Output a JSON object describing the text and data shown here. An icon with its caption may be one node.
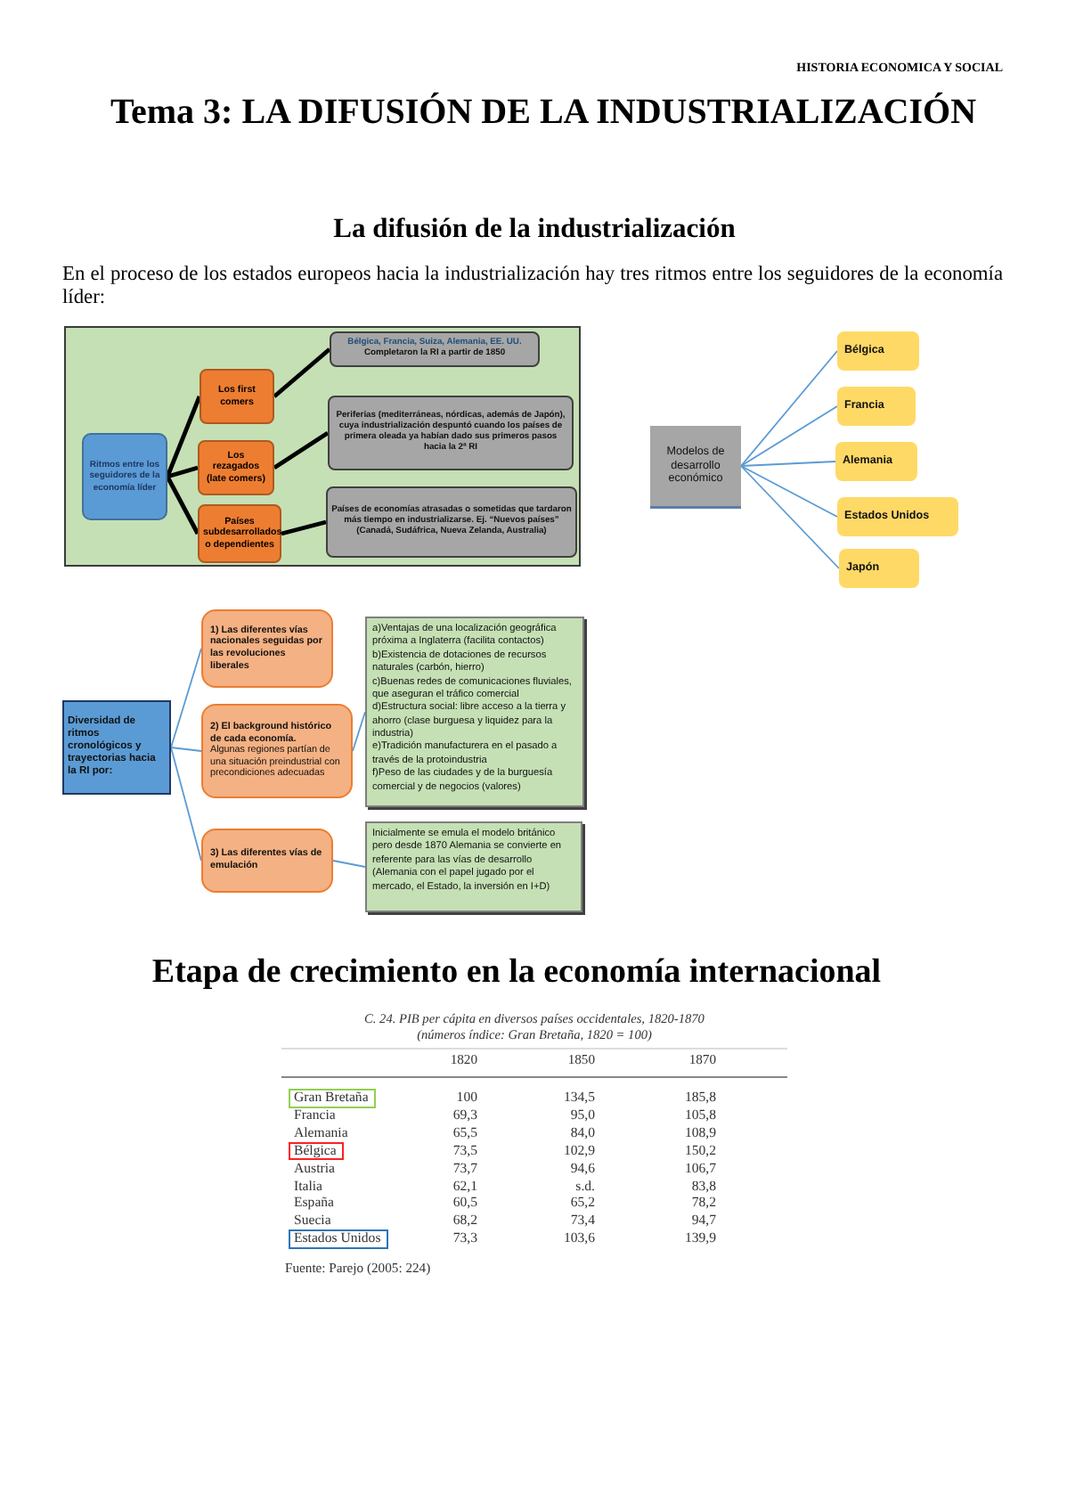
{
  "diagram": {
    "title": "Tema 3: LA DIFUSIÓN DE LA INDUSTRIALIZACIÓN",
    "nodes": [
      {
        "text": [
          "Ritmos entre los seguidores de la economía líder"
        ]
      },
      {
        "text": [
          "Los first comers"
        ]
      },
      {
        "text": [
          "Bélgica, Francia, Suiza, Alemania, EE. UU.",
          "Completaron la RI a partir de 1850"
        ]
      },
      {
        "text": [
          "Los rezagados (late comers)"
        ]
      },
      {
        "text": [
          "Periferias (mediterráneas, nórdicas, además de Japón), cuya industrialización despuntó cuando los países de primera oleada ya habían dado sus primeros pasos hacia la 2ª RI"
        ]
      },
      {
        "text": [
          "Países subdesarrollados o dependientes"
        ]
      },
      {
        "text": [
          "Países de economías atrasadas o sometidas que tardaron más tiempo en industrializarse. Ej. “Nuevos países” (Canadá, Sudáfrica, Nueva Zelanda, Australia)"
        ]
      },
      {
        "text": [
          "Modelos de desarrollo económico"
        ]
      },
      {
        "text": [
          "Bélgica"
        ]
      },
      {
        "text": [
          "Francia"
        ]
      },
      {
        "text": [
          "Alemania"
        ]
      },
      {
        "text": [
          "Estados Unidos"
        ]
      },
      {
        "text": [
          "Japón"
        ]
      },
      {
        "text": [
          "Diversidad de ritmos cronológicos y trayectorias hacia la RI por:"
        ]
      },
      {
        "text": [
          "1) Las diferentes vías nacionales seguidas por las revoluciones liberales"
        ]
      },
      {
        "text": [
          "2) El background histórico de cada economía.",
          "Algunas regiones partían de una situación preindustrial con precondiciones adecuadas"
        ]
      },
      {
        "text": [
          "a)Ventajas de una localización geográfica próxima a Inglaterra (facilita contactos)",
          "b)Existencia de dotaciones de recursos naturales (carbón, hierro)",
          "c)Buenas redes de comunicaciones fluviales, que aseguran el tráfico comercial",
          "d)Estructura social: libre acceso a la tierra y ahorro (clase burguesa y liquidez para la industria)",
          "e)Tradición manufacturera en el pasado a través de la protoindustria",
          "f)Peso de las ciudades y de la burguesía comercial y de negocios (valores)"
        ]
      },
      {
        "text": [
          "3) Las diferentes vías de emulación"
        ]
      },
      {
        "text": [
          "Inicialmente se emula el modelo británico pero desde 1870 Alemania se convierte en referente para las vías de desarrollo (Alemania con el papel jugado por el mercado, el Estado, la inversión en I+D)"
        ]
      }
    ],
    "edges": [
      {
        "from": 0,
        "to": 1,
        "arrow": "none",
        "style": "thick",
        "color": "#000000"
      },
      {
        "from": 0,
        "to": 3,
        "arrow": "none",
        "style": "thick",
        "color": "#000000"
      },
      {
        "from": 0,
        "to": 5,
        "arrow": "none",
        "style": "thick",
        "color": "#000000"
      },
      {
        "from": 1,
        "to": 2,
        "arrow": "none",
        "style": "thick",
        "color": "#000000"
      },
      {
        "from": 3,
        "to": 4,
        "arrow": "none",
        "style": "thick",
        "color": "#000000"
      },
      {
        "from": 5,
        "to": 6,
        "arrow": "none",
        "style": "thick",
        "color": "#000000"
      },
      {
        "from": 7,
        "to": 8,
        "arrow": "none"
      },
      {
        "from": 7,
        "to": 9,
        "arrow": "none"
      },
      {
        "from": 7,
        "to": 10,
        "arrow": "none"
      },
      {
        "from": 7,
        "to": 11,
        "arrow": "none"
      },
      {
        "from": 7,
        "to": 12,
        "arrow": "none"
      },
      {
        "from": 13,
        "to": 14,
        "arrow": "none"
      },
      {
        "from": 13,
        "to": 15,
        "arrow": "none"
      },
      {
        "from": 13,
        "to": 17,
        "arrow": "none"
      },
      {
        "from": 15,
        "to": 16,
        "arrow": "none"
      },
      {
        "from": 17,
        "to": 18,
        "arrow": "none"
      }
    ],
    "labels": [
      "HISTORIA ECONOMICA Y SOCIAL",
      "La difusión de la industrialización",
      "En el proceso de los estados europeos hacia la industrialización hay tres ritmos entre los seguidores de la economía líder:",
      "Etapa de crecimiento en la economía internacional",
      "C. 24. PIB per cápita en diversos países occidentales, 1820-1870",
      "(números índice: Gran Bretaña, 1820 = 100)",
      "1820",
      "1850",
      "1870",
      "Gran Bretaña",
      "100",
      "134,5",
      "185,8",
      "Francia",
      "69,3",
      "95,0",
      "105,8",
      "Alemania",
      "65,5",
      "84,0",
      "108,9",
      "Bélgica",
      "73,5",
      "102,9",
      "150,2",
      "Austria",
      "73,7",
      "94,6",
      "106,7",
      "Italia",
      "62,1",
      "s.d.",
      "83,8",
      "España",
      "60,5",
      "65,2",
      "78,2",
      "Suecia",
      "68,2",
      "73,4",
      "94,7",
      "Estados Unidos",
      "73,3",
      "103,6",
      "139,9",
      "Fuente: Parejo (2005: 224)"
    ]
  }
}
